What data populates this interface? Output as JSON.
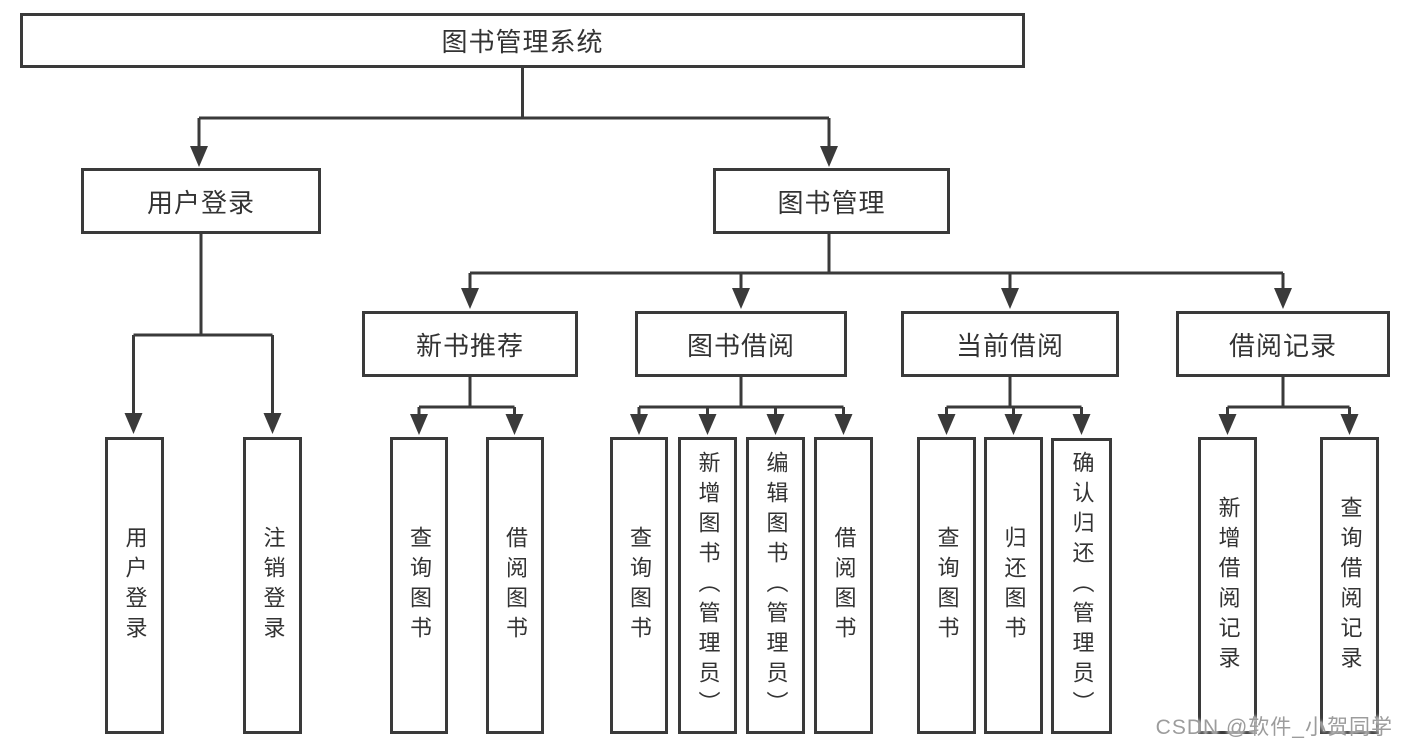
{
  "tree": {
    "root": {
      "label": "图书管理系统"
    },
    "level2": [
      {
        "label": "用户登录",
        "children": [
          {
            "label": "用户登录"
          },
          {
            "label": "注销登录"
          }
        ]
      },
      {
        "label": "图书管理",
        "children": [
          {
            "label": "新书推荐",
            "children": [
              {
                "label": "查询图书"
              },
              {
                "label": "借阅图书"
              }
            ]
          },
          {
            "label": "图书借阅",
            "children": [
              {
                "label": "查询图书"
              },
              {
                "label": "新增图书（管理员）"
              },
              {
                "label": "编辑图书（管理员）"
              },
              {
                "label": "借阅图书"
              }
            ]
          },
          {
            "label": "当前借阅",
            "children": [
              {
                "label": "查询图书"
              },
              {
                "label": "归还图书"
              },
              {
                "label": "确认归还（管理员）"
              }
            ]
          },
          {
            "label": "借阅记录",
            "children": [
              {
                "label": "新增借阅记录"
              },
              {
                "label": "查询借阅记录"
              }
            ]
          }
        ]
      }
    ]
  },
  "watermark": "CSDN @软件_小贺同学",
  "colors": {
    "line": "#3a3a3a",
    "text": "#333333",
    "background": "#ffffff",
    "watermark": "#9c9c9c"
  }
}
